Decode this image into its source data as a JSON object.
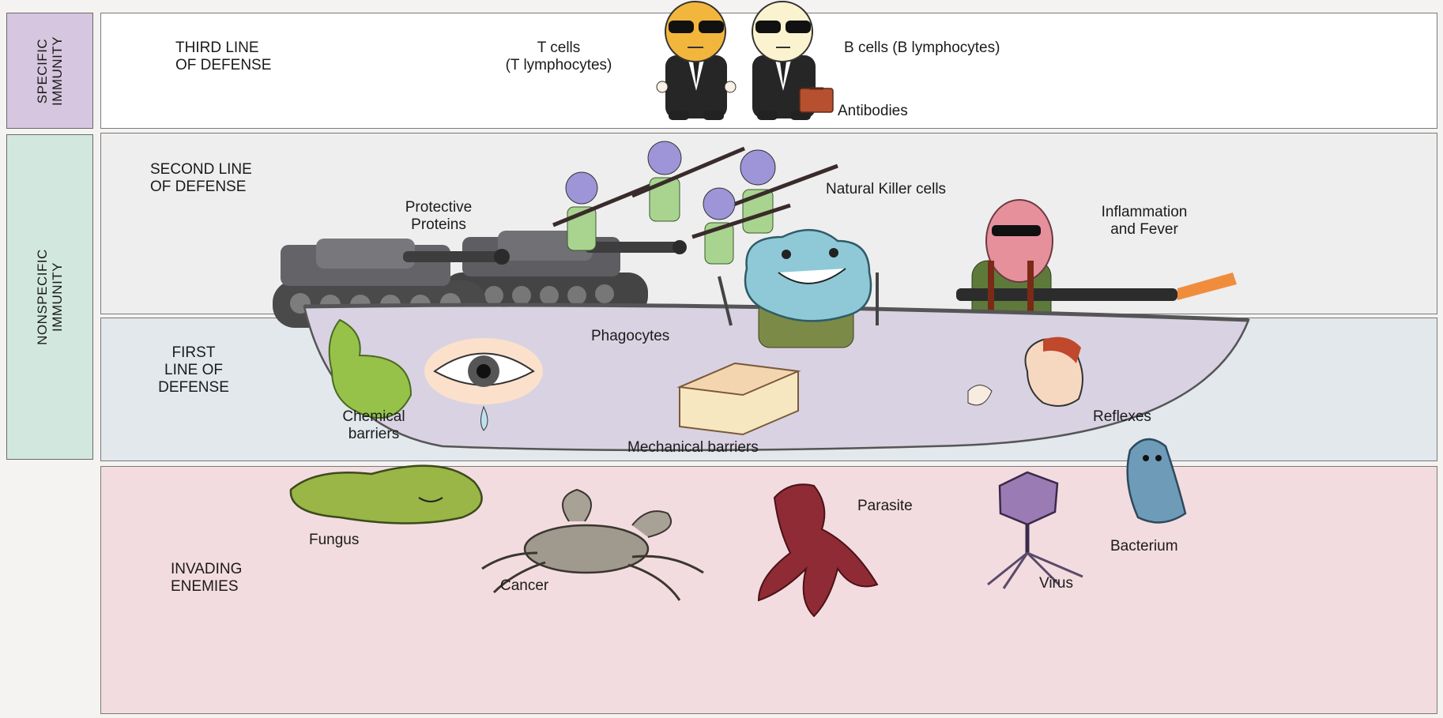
{
  "side_labels": {
    "specific": "SPECIFIC\nIMMUNITY",
    "nonspecific": "NONSPECIFIC\nIMMUNITY"
  },
  "third_line": {
    "title": "THIRD LINE\nOF DEFENSE",
    "t_cells": "T cells\n(T lymphocytes)",
    "b_cells": "B cells (B lymphocytes)",
    "antibodies": "Antibodies"
  },
  "second_line": {
    "title": "SECOND LINE\nOF DEFENSE",
    "protective_proteins": "Protective\nProteins",
    "nk_cells": "Natural Killer cells",
    "inflammation": "Inflammation\nand Fever",
    "phagocytes": "Phagocytes"
  },
  "first_line": {
    "title": "FIRST\nLINE OF\nDEFENSE",
    "chemical": "Chemical\nbarriers",
    "mechanical": "Mechanical barriers",
    "reflexes": "Reflexes"
  },
  "enemies": {
    "title": "INVADING\nENEMIES",
    "fungus": "Fungus",
    "cancer": "Cancer",
    "parasite": "Parasite",
    "virus": "Virus",
    "bacterium": "Bacterium"
  },
  "colors": {
    "specific_side": "#d6c6df",
    "nonspecific_side": "#d2e8df",
    "third_panel": "#ffffff",
    "second_panel": "#eeeeef",
    "first_panel": "#e2e8ec",
    "enemies_panel": "#f3dcdf"
  }
}
